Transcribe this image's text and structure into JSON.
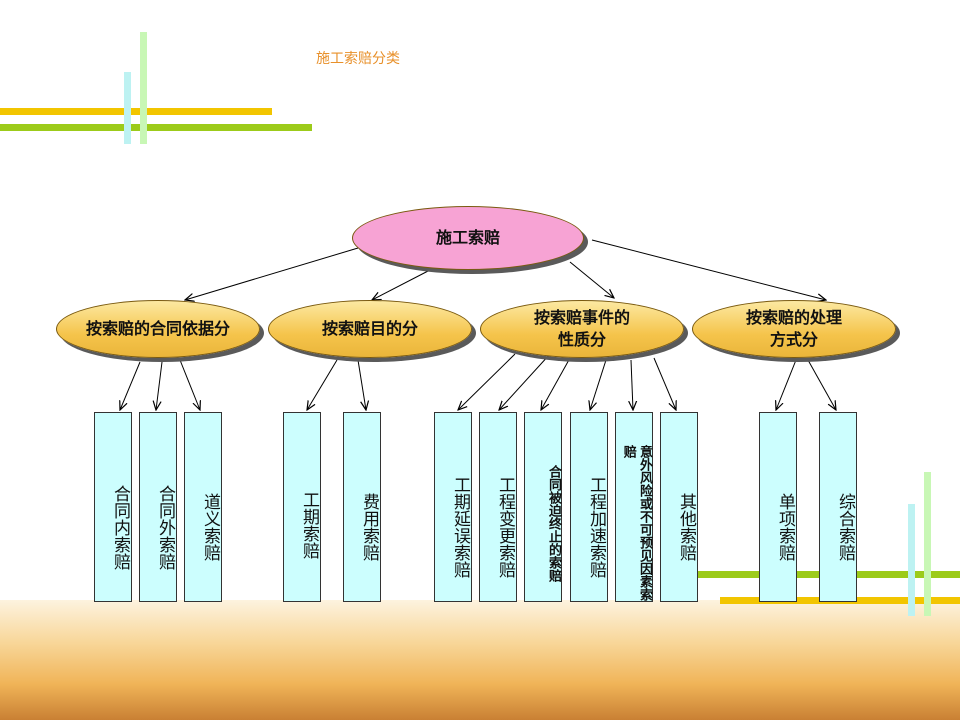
{
  "slide_title": "施工索赔分类",
  "root": "施工索赔",
  "categories": [
    {
      "label": "按索赔的合同依据分"
    },
    {
      "label": "按索赔目的分"
    },
    {
      "label": "按索赔事件的性质分"
    },
    {
      "label": "按索赔的处理方式分"
    }
  ],
  "leaves": [
    "合同内索赔",
    "合同外索赔",
    "道义索赔",
    "工期索赔",
    "费用索赔",
    "工期延误索赔",
    "工程变更索赔",
    "合同被迫终止的索赔",
    "工程加速索赔",
    "意外风险或不可预见因素索赔",
    "其他索赔",
    "单项索赔",
    "综合索赔"
  ],
  "colors": {
    "root_fill": "#f7a3d4",
    "category_fill": "#f5c44b",
    "leaf_fill": "#ccfefe",
    "title": "#e8902a"
  }
}
